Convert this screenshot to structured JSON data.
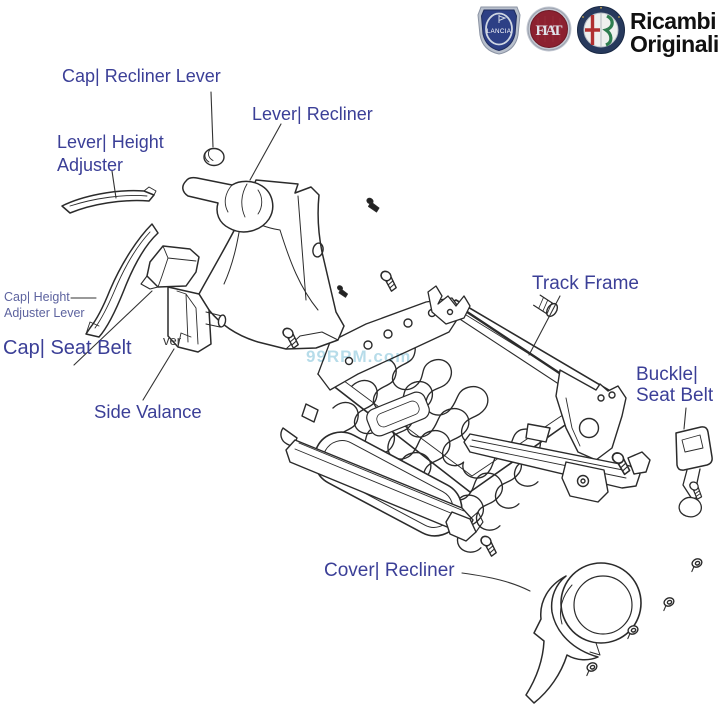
{
  "brand": {
    "name_line1": "Ricambi",
    "name_line2": "Originali",
    "lancia_label": "LANCIA",
    "fiat_label": "FIAT"
  },
  "labels": {
    "cap_recliner_lever": "Cap| Recliner Lever",
    "lever_recliner": "Lever| Recliner",
    "lever_height_adjuster_line1": "Lever| Height",
    "lever_height_adjuster_line2": "Adjuster",
    "cap_height_adjuster_lever_line1": "Cap| Height",
    "cap_height_adjuster_lever_line2": "Adjuster Lever",
    "cap_seat_belt": "Cap| Seat Belt",
    "side_valance": "Side Valance",
    "track_frame": "Track Frame",
    "buckle_seat_belt_line1": "Buckle|",
    "buckle_seat_belt_line2": "Seat Belt",
    "cover_recliner": "Cover| Recliner",
    "obscured_text_fragment": "ver"
  },
  "watermark": "99RPM.com",
  "colors": {
    "label_blue": "#3b3f97",
    "label_blue_small": "#5d639f",
    "line_art": "#2b2b2b",
    "brand_text": "#111111",
    "fiat_red": "#8c2130",
    "lancia_blue": "#2d3f85",
    "alfa_ring_navy": "#27395c",
    "alfa_cross_red": "#b03030",
    "alfa_serpent_green": "#2e7d4f",
    "watermark_cyan": "#6fb9d4"
  }
}
